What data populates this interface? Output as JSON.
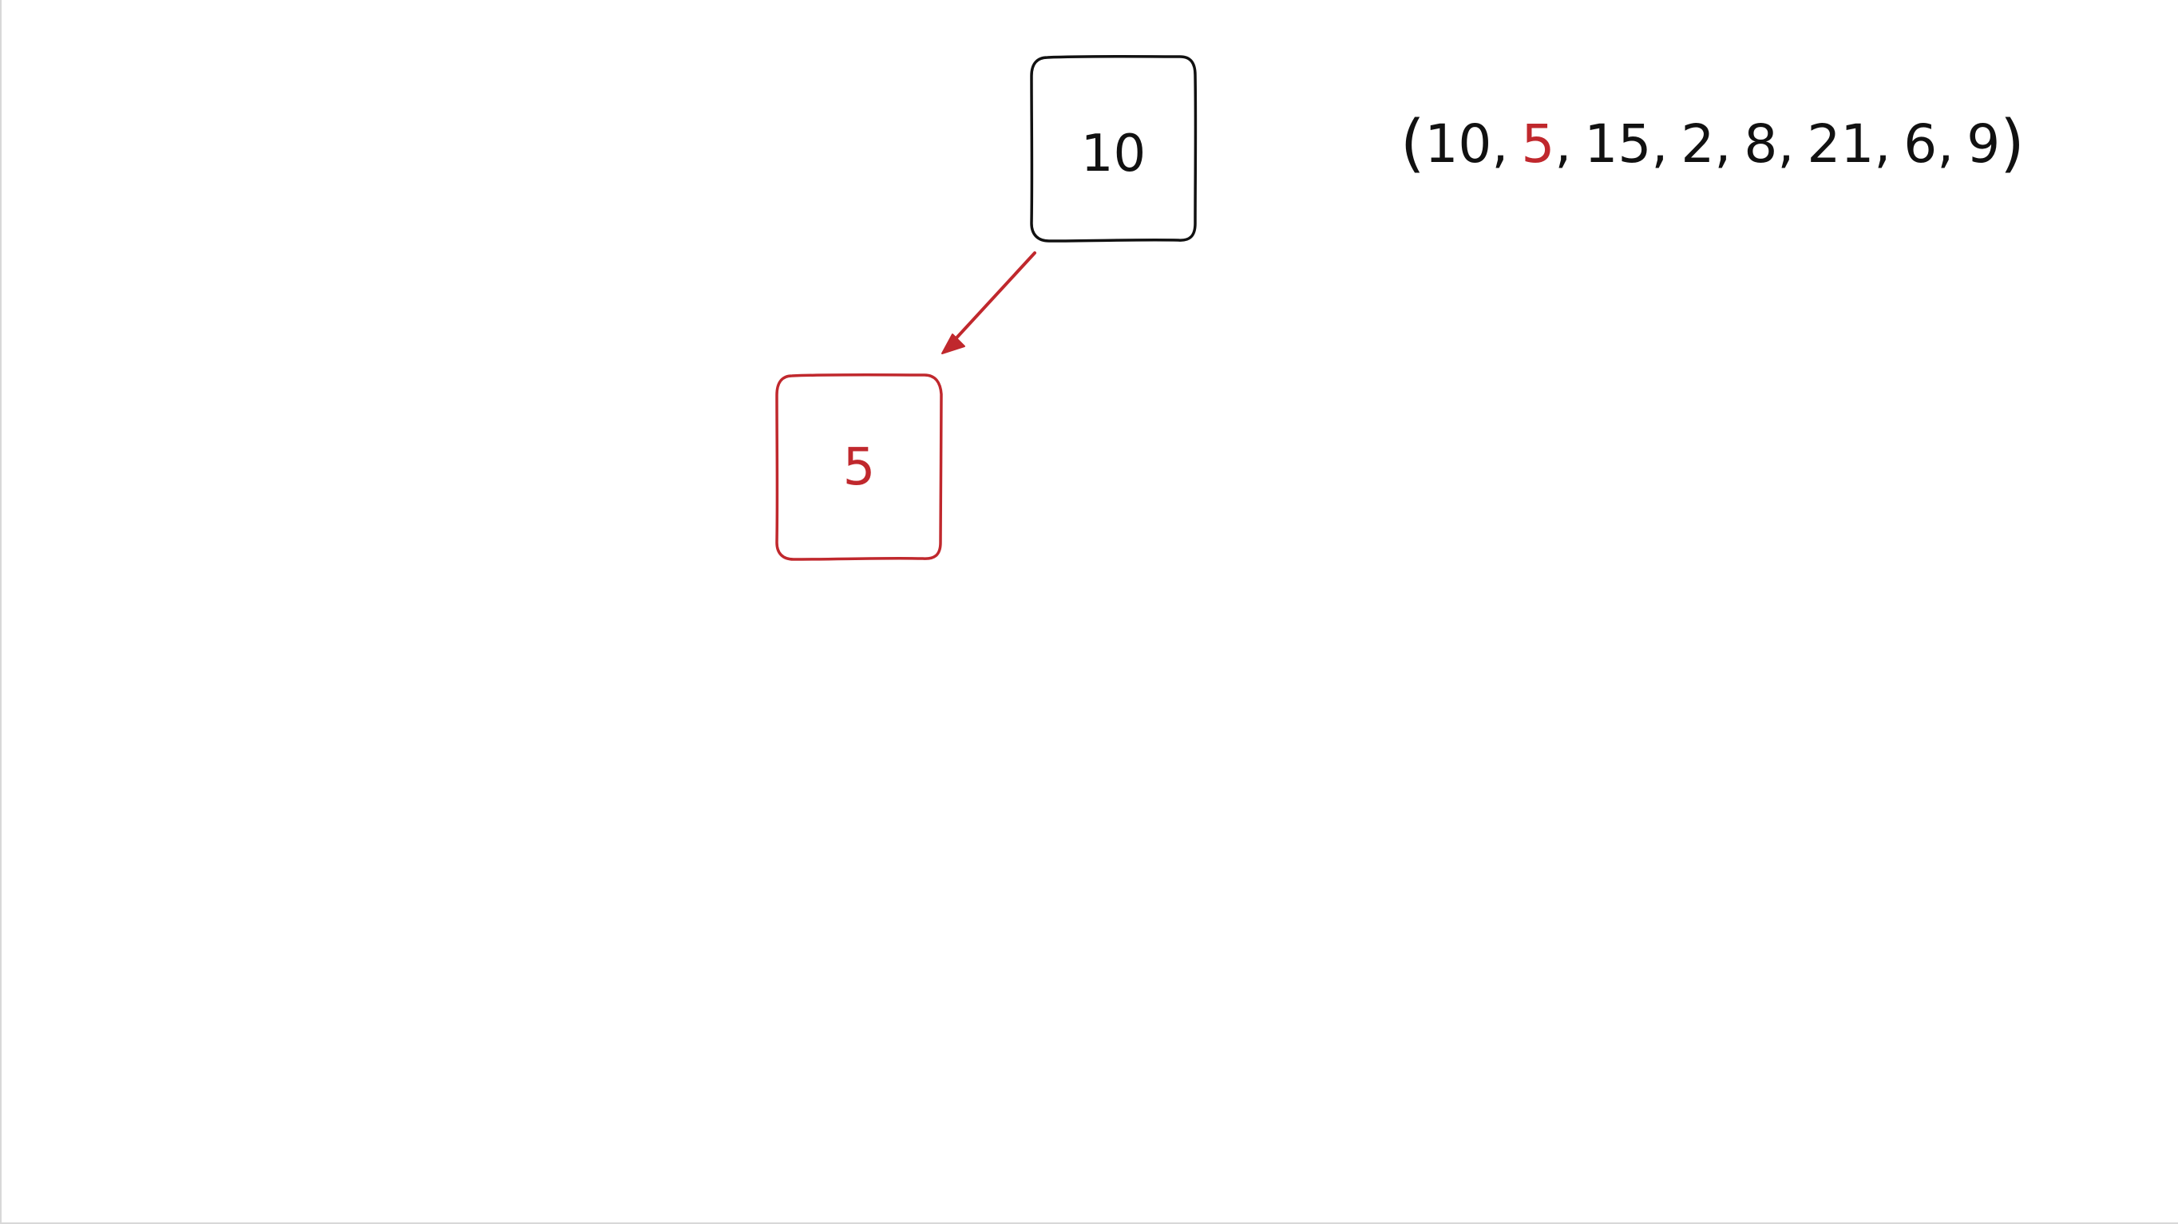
{
  "colors": {
    "default_stroke": "#111111",
    "highlight": "#c0282d",
    "background": "#ffffff"
  },
  "nodes": [
    {
      "id": "root",
      "label": "10",
      "highlighted": false
    },
    {
      "id": "left-child",
      "label": "5",
      "highlighted": true
    }
  ],
  "edges": [
    {
      "from": "root",
      "to": "left-child",
      "highlighted": true
    }
  ],
  "sequence": {
    "open": "(",
    "close": ")",
    "separator": ",",
    "items": [
      {
        "value": "10",
        "highlighted": false
      },
      {
        "value": "5",
        "highlighted": true
      },
      {
        "value": "15",
        "highlighted": false
      },
      {
        "value": "2",
        "highlighted": false
      },
      {
        "value": "8",
        "highlighted": false
      },
      {
        "value": "21",
        "highlighted": false
      },
      {
        "value": "6",
        "highlighted": false
      },
      {
        "value": "9",
        "highlighted": false
      }
    ]
  }
}
